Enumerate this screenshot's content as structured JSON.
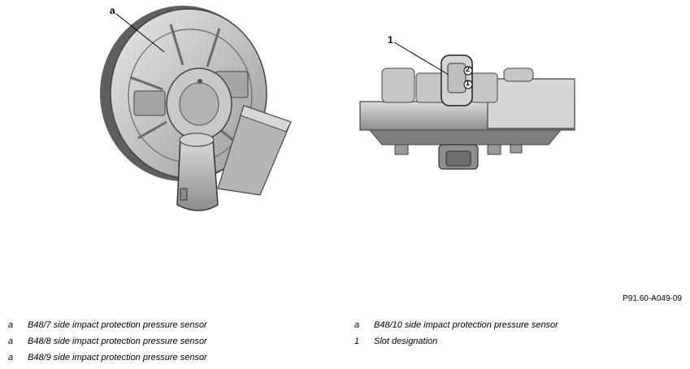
{
  "figure": {
    "callout_left": "a",
    "callout_right": "1",
    "slot_labels": [
      "2",
      "1"
    ],
    "figure_id": "P91.60-A049-09"
  },
  "legend": {
    "left": [
      {
        "key": "a",
        "text": "B48/7 side impact protection pressure sensor"
      },
      {
        "key": "a",
        "text": "B48/8 side impact protection pressure sensor"
      },
      {
        "key": "a",
        "text": "B48/9 side impact protection pressure sensor"
      }
    ],
    "right": [
      {
        "key": "a",
        "text": "B48/10 side impact protection pressure sensor"
      },
      {
        "key": "1",
        "text": "Slot designation"
      }
    ]
  }
}
